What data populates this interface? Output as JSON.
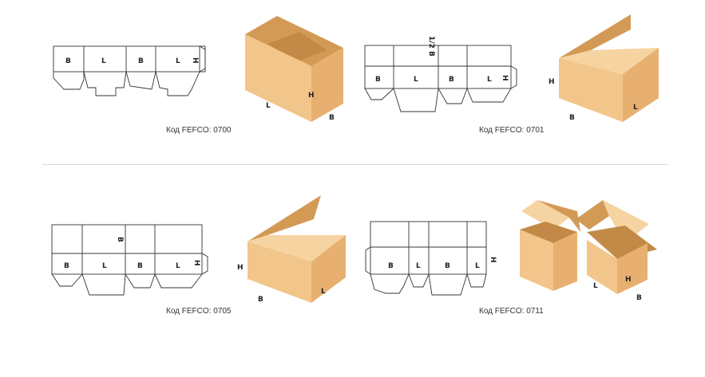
{
  "items": [
    {
      "code": "Код FEFCO: 0700",
      "labels": [
        "B",
        "L",
        "B",
        "L",
        "H",
        "L",
        "H",
        "B"
      ]
    },
    {
      "code": "Код FEFCO: 0701",
      "labels": [
        "1/2 B",
        "B",
        "L",
        "B",
        "L",
        "H",
        "H",
        "L",
        "B"
      ]
    },
    {
      "code": "Код FEFCO: 0705",
      "labels": [
        "B",
        "B",
        "L",
        "B",
        "L",
        "H",
        "H",
        "L",
        "B"
      ]
    },
    {
      "code": "Код FEFCO: 0711",
      "labels": [
        "B",
        "L",
        "B",
        "L",
        "H",
        "L",
        "H",
        "B"
      ]
    }
  ],
  "colors": {
    "light": "#f2c58a",
    "mid": "#e8b070",
    "dark": "#d39a56",
    "divider": "#d9d9d9"
  }
}
